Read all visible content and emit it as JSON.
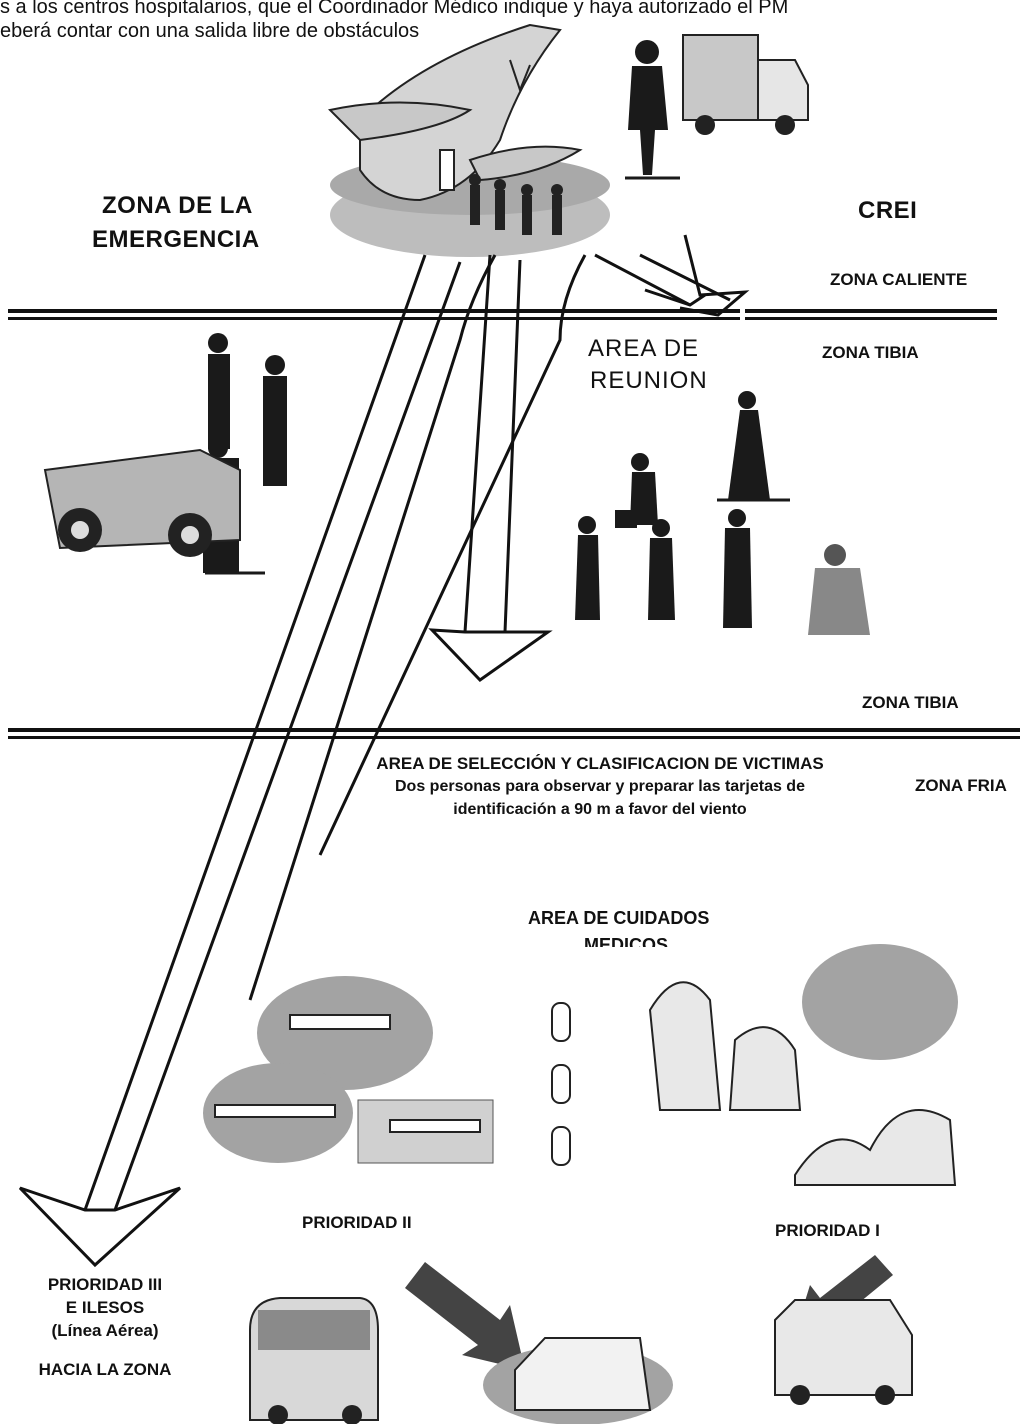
{
  "header": {
    "line1": "s a los centros hospitalarios, que el Coordinador Médico indique y haya autorizado el PM",
    "line2": "eberá contar con una salida libre de obstáculos"
  },
  "labels": {
    "zona_emergencia_1": "ZONA DE LA",
    "zona_emergencia_2": "EMERGENCIA",
    "crei": "CREI",
    "zona_caliente": "ZONA CALIENTE",
    "area_reunion_1": "AREA   DE",
    "area_reunion_2": "REUNION",
    "zona_tibia_top": "ZONA TIBIA",
    "zona_tibia_bottom": "ZONA TIBIA",
    "area_seleccion": "AREA DE SELECCIÓN Y CLASIFICACION DE VICTIMAS",
    "seleccion_desc_1": "Dos personas para observar y preparar las tarjetas de",
    "seleccion_desc_2": "identificación a 90 m a favor del viento",
    "zona_fria": "ZONA FRIA",
    "area_cuidados_1": "AREA DE CUIDADOS",
    "area_cuidados_2": "MEDICOS",
    "prioridad_ii": "PRIORIDAD II",
    "prioridad_i": "PRIORIDAD I",
    "prioridad_iii_1": "PRIORIDAD III",
    "prioridad_iii_2": "E ILESOS",
    "prioridad_iii_3": "(Línea Aérea)",
    "hacia_zona": "HACIA LA ZONA"
  },
  "icons": [
    "airplane-icon",
    "firefighter-icon",
    "truck-icon",
    "passengers-icon",
    "police-officers-icon",
    "pickup-truck-icon",
    "business-people-icon",
    "stretcher-team-icon",
    "oxygen-cylinder-icon",
    "doctors-icon",
    "bus-icon",
    "ambulance-icon"
  ]
}
